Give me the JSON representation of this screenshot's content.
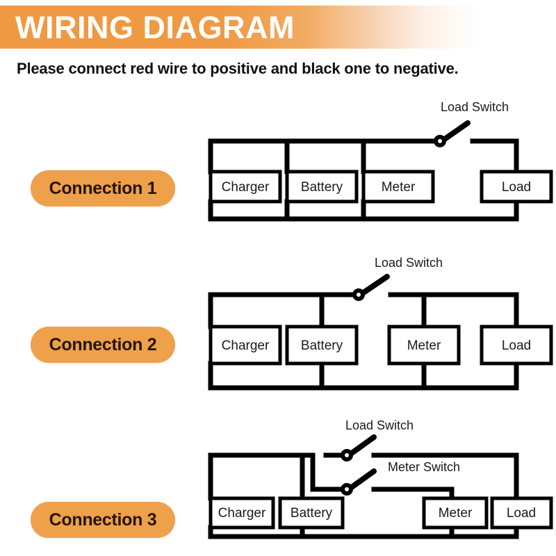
{
  "header": {
    "title": "WIRING DIAGRAM",
    "subtitle": "Please connect red wire to positive and black one to negative.",
    "banner_color_left": "#ef9a43",
    "banner_color_right": "#ffffff",
    "title_color": "#ffffff"
  },
  "theme": {
    "badge_color": "#efa04a",
    "badge_text_color": "#231505",
    "wire_color": "#000000",
    "box_fill": "#ffffff",
    "page_background": "#ffffff"
  },
  "connections": [
    {
      "badge_label": "Connection 1",
      "components": [
        "Charger",
        "Battery",
        "Meter",
        "Load"
      ],
      "switches": [
        "Load Switch"
      ],
      "switch_position": "between Meter and Load",
      "description": "Charger, Battery and Meter share the top and bottom rails; the Load Switch breaks the top rail between Meter and Load."
    },
    {
      "badge_label": "Connection 2",
      "components": [
        "Charger",
        "Battery",
        "Meter",
        "Load"
      ],
      "switches": [
        "Load Switch"
      ],
      "switch_position": "between Battery and Meter",
      "description": "Charger and Battery share the top rail; the Load Switch breaks the top rail before Meter and Load."
    },
    {
      "badge_label": "Connection 3",
      "components": [
        "Charger",
        "Battery",
        "Meter",
        "Load"
      ],
      "switches": [
        "Load Switch",
        "Meter Switch"
      ],
      "switch_position": "two switches branching from Battery",
      "description": "From the Battery node two branches rise: the Load Switch feeds the Load rail and the Meter Switch feeds the Meter rail."
    }
  ],
  "labels": {
    "charger": "Charger",
    "battery": "Battery",
    "meter": "Meter",
    "load": "Load",
    "load_switch": "Load Switch",
    "meter_switch": "Meter Switch"
  }
}
